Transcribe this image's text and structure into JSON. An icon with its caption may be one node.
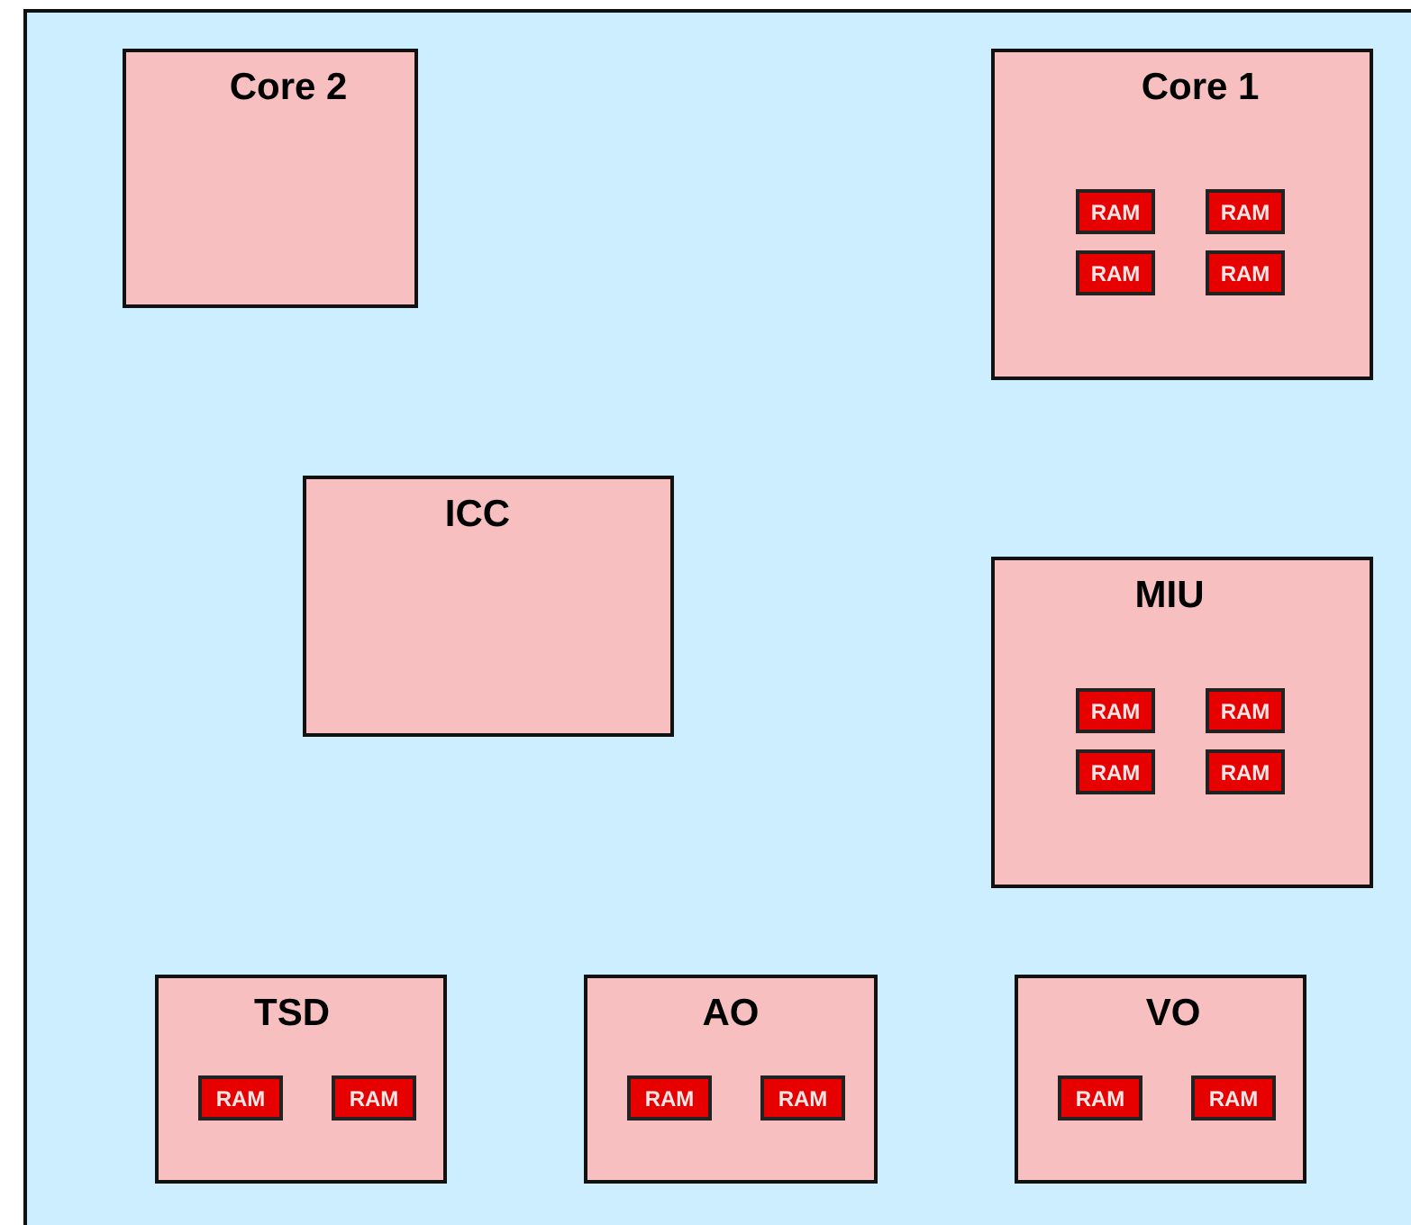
{
  "diagram": {
    "nodes": [
      {
        "text": [],
        "shape": "box"
      },
      {
        "text": [
          "Core 2"
        ],
        "in": 0
      },
      {
        "text": [
          "Core 1"
        ],
        "in": 0
      },
      {
        "text": [
          "RAM"
        ],
        "in": 2
      },
      {
        "text": [
          "RAM"
        ],
        "in": 2
      },
      {
        "text": [
          "RAM"
        ],
        "in": 2
      },
      {
        "text": [
          "RAM"
        ],
        "in": 2
      },
      {
        "text": [
          "ICC"
        ],
        "in": 0
      },
      {
        "text": [
          "MIU"
        ],
        "in": 0
      },
      {
        "text": [
          "RAM"
        ],
        "in": 8
      },
      {
        "text": [
          "RAM"
        ],
        "in": 8
      },
      {
        "text": [
          "RAM"
        ],
        "in": 8
      },
      {
        "text": [
          "RAM"
        ],
        "in": 8
      },
      {
        "text": [
          "TSD"
        ],
        "in": 0
      },
      {
        "text": [
          "RAM"
        ],
        "in": 13
      },
      {
        "text": [
          "RAM"
        ],
        "in": 13
      },
      {
        "text": [
          "AO"
        ],
        "in": 0
      },
      {
        "text": [
          "RAM"
        ],
        "in": 16
      },
      {
        "text": [
          "RAM"
        ],
        "in": 16
      },
      {
        "text": [
          "VO"
        ],
        "in": 0
      },
      {
        "text": [
          "RAM"
        ],
        "in": 19
      },
      {
        "text": [
          "RAM"
        ],
        "in": 19
      }
    ]
  }
}
